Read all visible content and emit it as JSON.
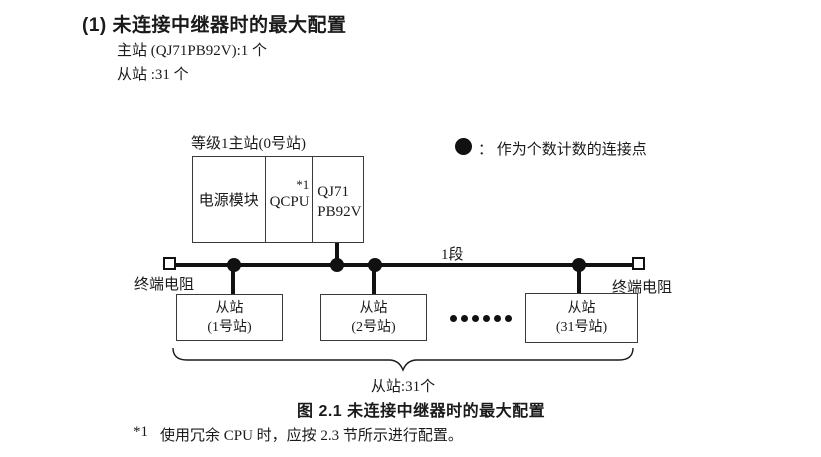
{
  "page": {
    "heading": "(1) 未连接中继器时的最大配置",
    "master_line": "主站 (QJ71PB92V):1 个",
    "slave_line": "从站 :31 个"
  },
  "diagram": {
    "master_label": "等级1主站(0号站)",
    "master_modules": {
      "power": "电源模块",
      "cpu": "QCPU",
      "cpu_note": "*1",
      "pb92v_line1": "QJ71",
      "pb92v_line2": "PB92V"
    },
    "legend_text": "：  作为个数计数的连接点",
    "segment_label": "1段",
    "terminator_left": "终端电阻",
    "terminator_right": "终端电阻",
    "slaves": [
      {
        "name": "从站",
        "station": "(1号站)"
      },
      {
        "name": "从站",
        "station": "(2号站)"
      },
      {
        "name": "从站",
        "station": "(31号站)"
      }
    ],
    "brace_label": "从站:31个"
  },
  "caption": "图 2.1 未连接中继器时的最大配置",
  "footnote": {
    "marker": "*1",
    "text": "使用冗余 CPU 时，应按 2.3 节所示进行配置。"
  },
  "colors": {
    "text": "#1a1a1a",
    "line": "#111111",
    "box_border": "#3a3a3a"
  }
}
